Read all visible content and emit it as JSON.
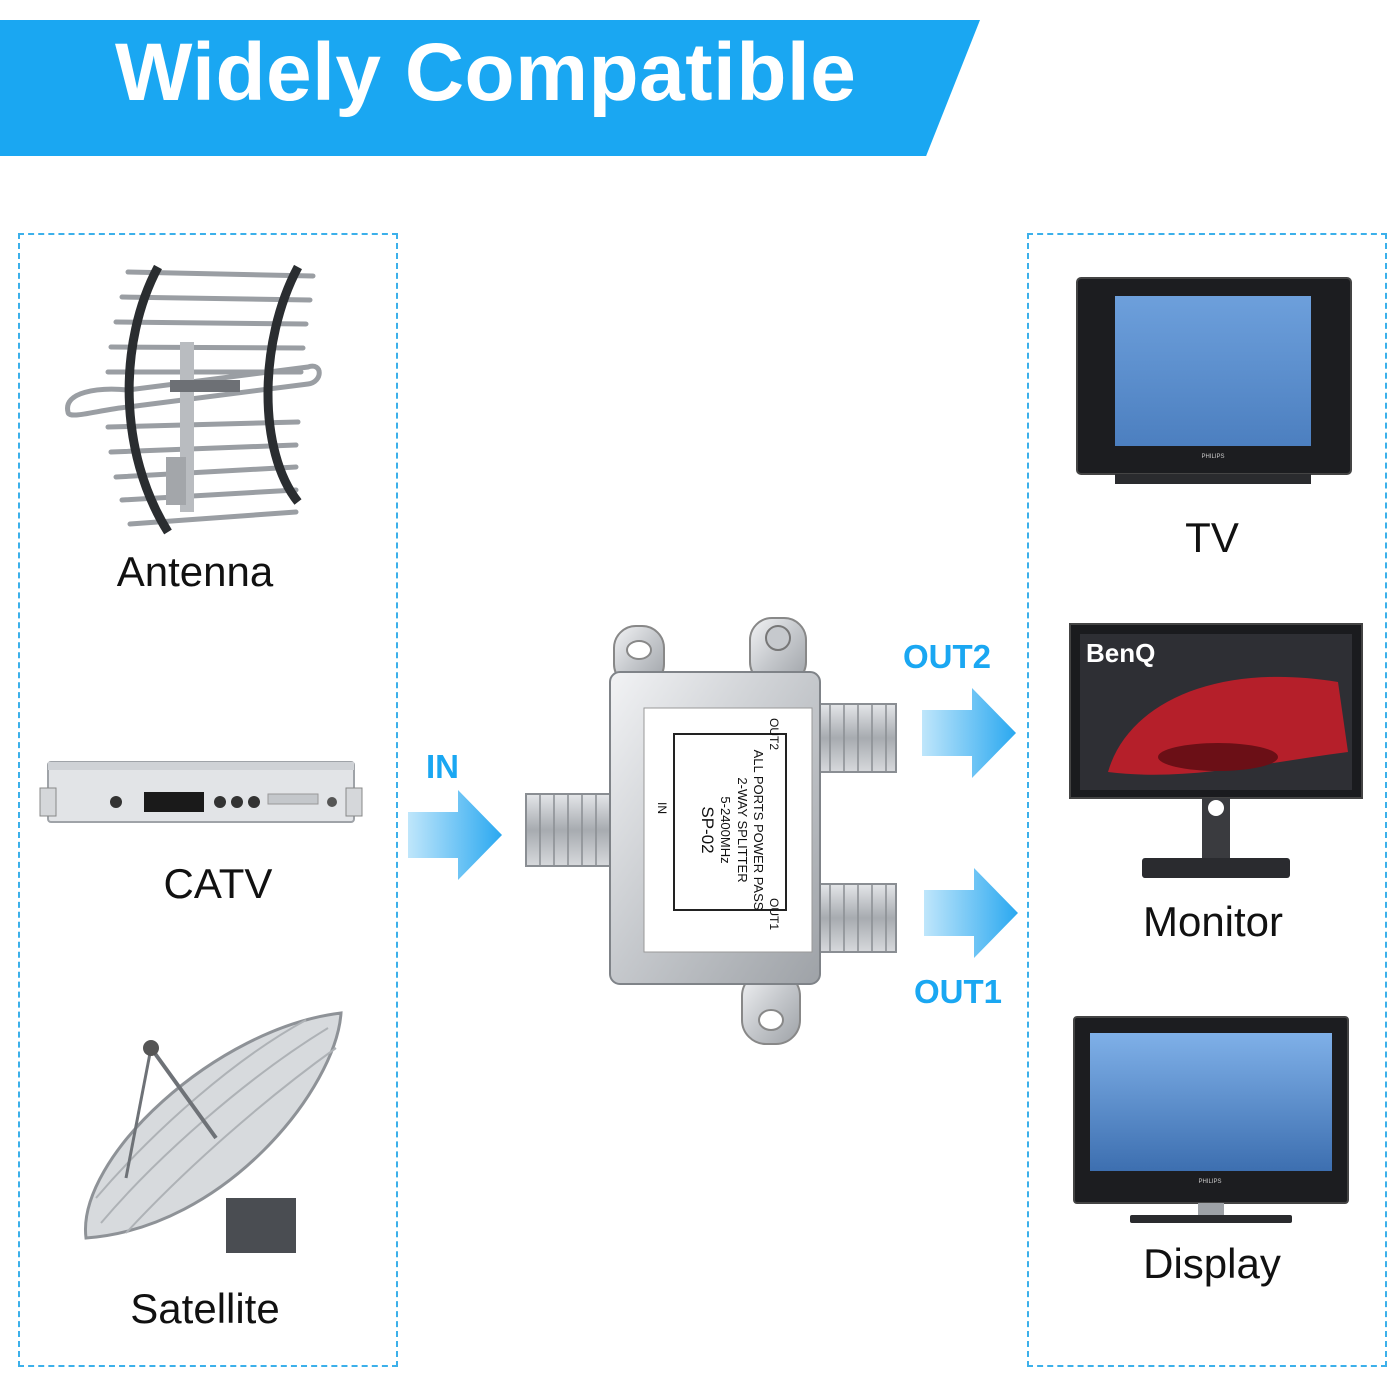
{
  "banner": {
    "title": "Widely Compatible"
  },
  "sources": [
    {
      "label": "Antenna",
      "icon": "antenna-icon"
    },
    {
      "label": "CATV",
      "icon": "catv-receiver-icon"
    },
    {
      "label": "Satellite",
      "icon": "satellite-dish-icon"
    }
  ],
  "outputs": [
    {
      "label": "TV",
      "icon": "tv-icon",
      "brand": "PHILIPS"
    },
    {
      "label": "Monitor",
      "icon": "monitor-icon",
      "brand": "BenQ"
    },
    {
      "label": "Display",
      "icon": "display-icon",
      "brand": "PHILIPS"
    }
  ],
  "ports": {
    "in": "IN",
    "out1": "OUT1",
    "out2": "OUT2"
  },
  "splitter": {
    "model": "SP-02",
    "freq": "5-2400MHz",
    "type": "2-WAY SPLITTER",
    "note": "ALL PORTS POWER PASS",
    "in": "IN",
    "out1": "OUT1",
    "out2": "OUT2"
  },
  "colors": {
    "accent": "#1aa7f2",
    "border": "#3cb0ea"
  }
}
